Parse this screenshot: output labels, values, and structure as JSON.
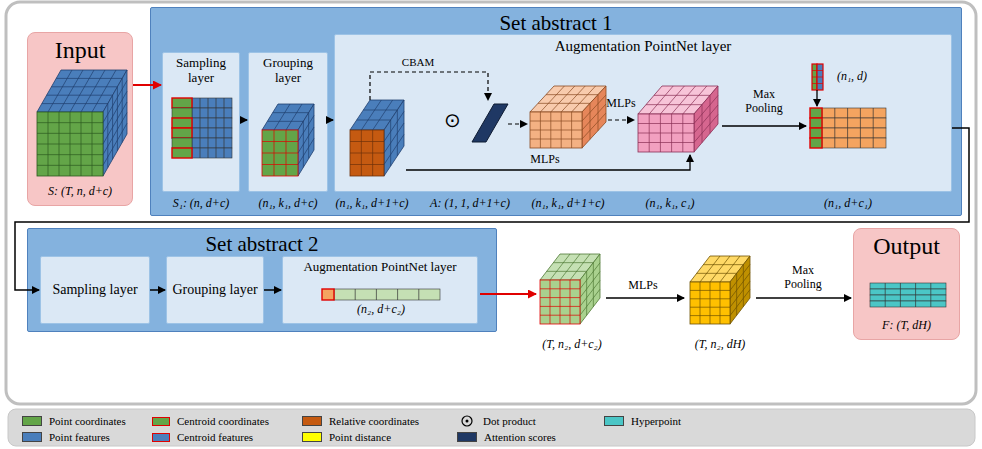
{
  "diagram": {
    "nodes": [
      {
        "text": [
          "Input",
          "S: (T, n, d+c)"
        ]
      },
      {
        "text": [
          "Set abstract 1"
        ]
      },
      {
        "text": [
          "Sampling layer"
        ],
        "in": 1
      },
      {
        "text": [
          "Grouping layer"
        ],
        "in": 1
      },
      {
        "text": [
          "Augmentation PointNet layer"
        ],
        "in": 1
      },
      {
        "text": [
          "Set abstract 2"
        ]
      },
      {
        "text": [
          "Sampling layer"
        ],
        "in": 5
      },
      {
        "text": [
          "Grouping layer"
        ],
        "in": 5
      },
      {
        "text": [
          "Augmentation PointNet layer"
        ],
        "in": 5
      },
      {
        "text": [
          "Output",
          "F: (T, dH)"
        ]
      }
    ],
    "edges": [
      {
        "from": 0,
        "to": 2,
        "arrow": "to"
      },
      {
        "from": 2,
        "to": 3,
        "arrow": "to"
      },
      {
        "from": 3,
        "to": 4,
        "arrow": "to"
      },
      {
        "from": 4,
        "to": 6,
        "arrow": "to"
      },
      {
        "from": 6,
        "to": 7,
        "arrow": "to"
      },
      {
        "from": 7,
        "to": 8,
        "arrow": "to"
      }
    ],
    "labels": [
      "S₁: (n, d+c)",
      "(n₁, k₁, d+c)",
      "CBAM",
      "⊙",
      "MLPs",
      "MLPs",
      "Max Pooling",
      "(n₁, d)",
      "(n₁, k₁, d+1+c)",
      "A: (1, 1, d+1+c)",
      "(n₁, k₁, d+1+c)",
      "(n₁, k₁, c₁)",
      "(n₁, d+c₁)",
      "(n₂, d+c₂)",
      "(T, n₂, d+c₂)",
      "MLPs",
      "(T, n₂, dH)",
      "Max Pooling"
    ],
    "legend": [
      {
        "text": "Point coordinates",
        "color": "#63a548"
      },
      {
        "text": "Centroid coordinates"
      },
      {
        "text": "Relative coordinates",
        "color": "#c55a11"
      },
      {
        "text": "Dot product"
      },
      {
        "text": "Hyperpoint",
        "color": "#4bc6c6"
      },
      {
        "text": "Point features",
        "color": "#4a7ebb"
      },
      {
        "text": "Centroid features"
      },
      {
        "text": "Point distance",
        "color": "#ffff00"
      },
      {
        "text": "Attention scores",
        "color": "#1f3864"
      }
    ]
  }
}
